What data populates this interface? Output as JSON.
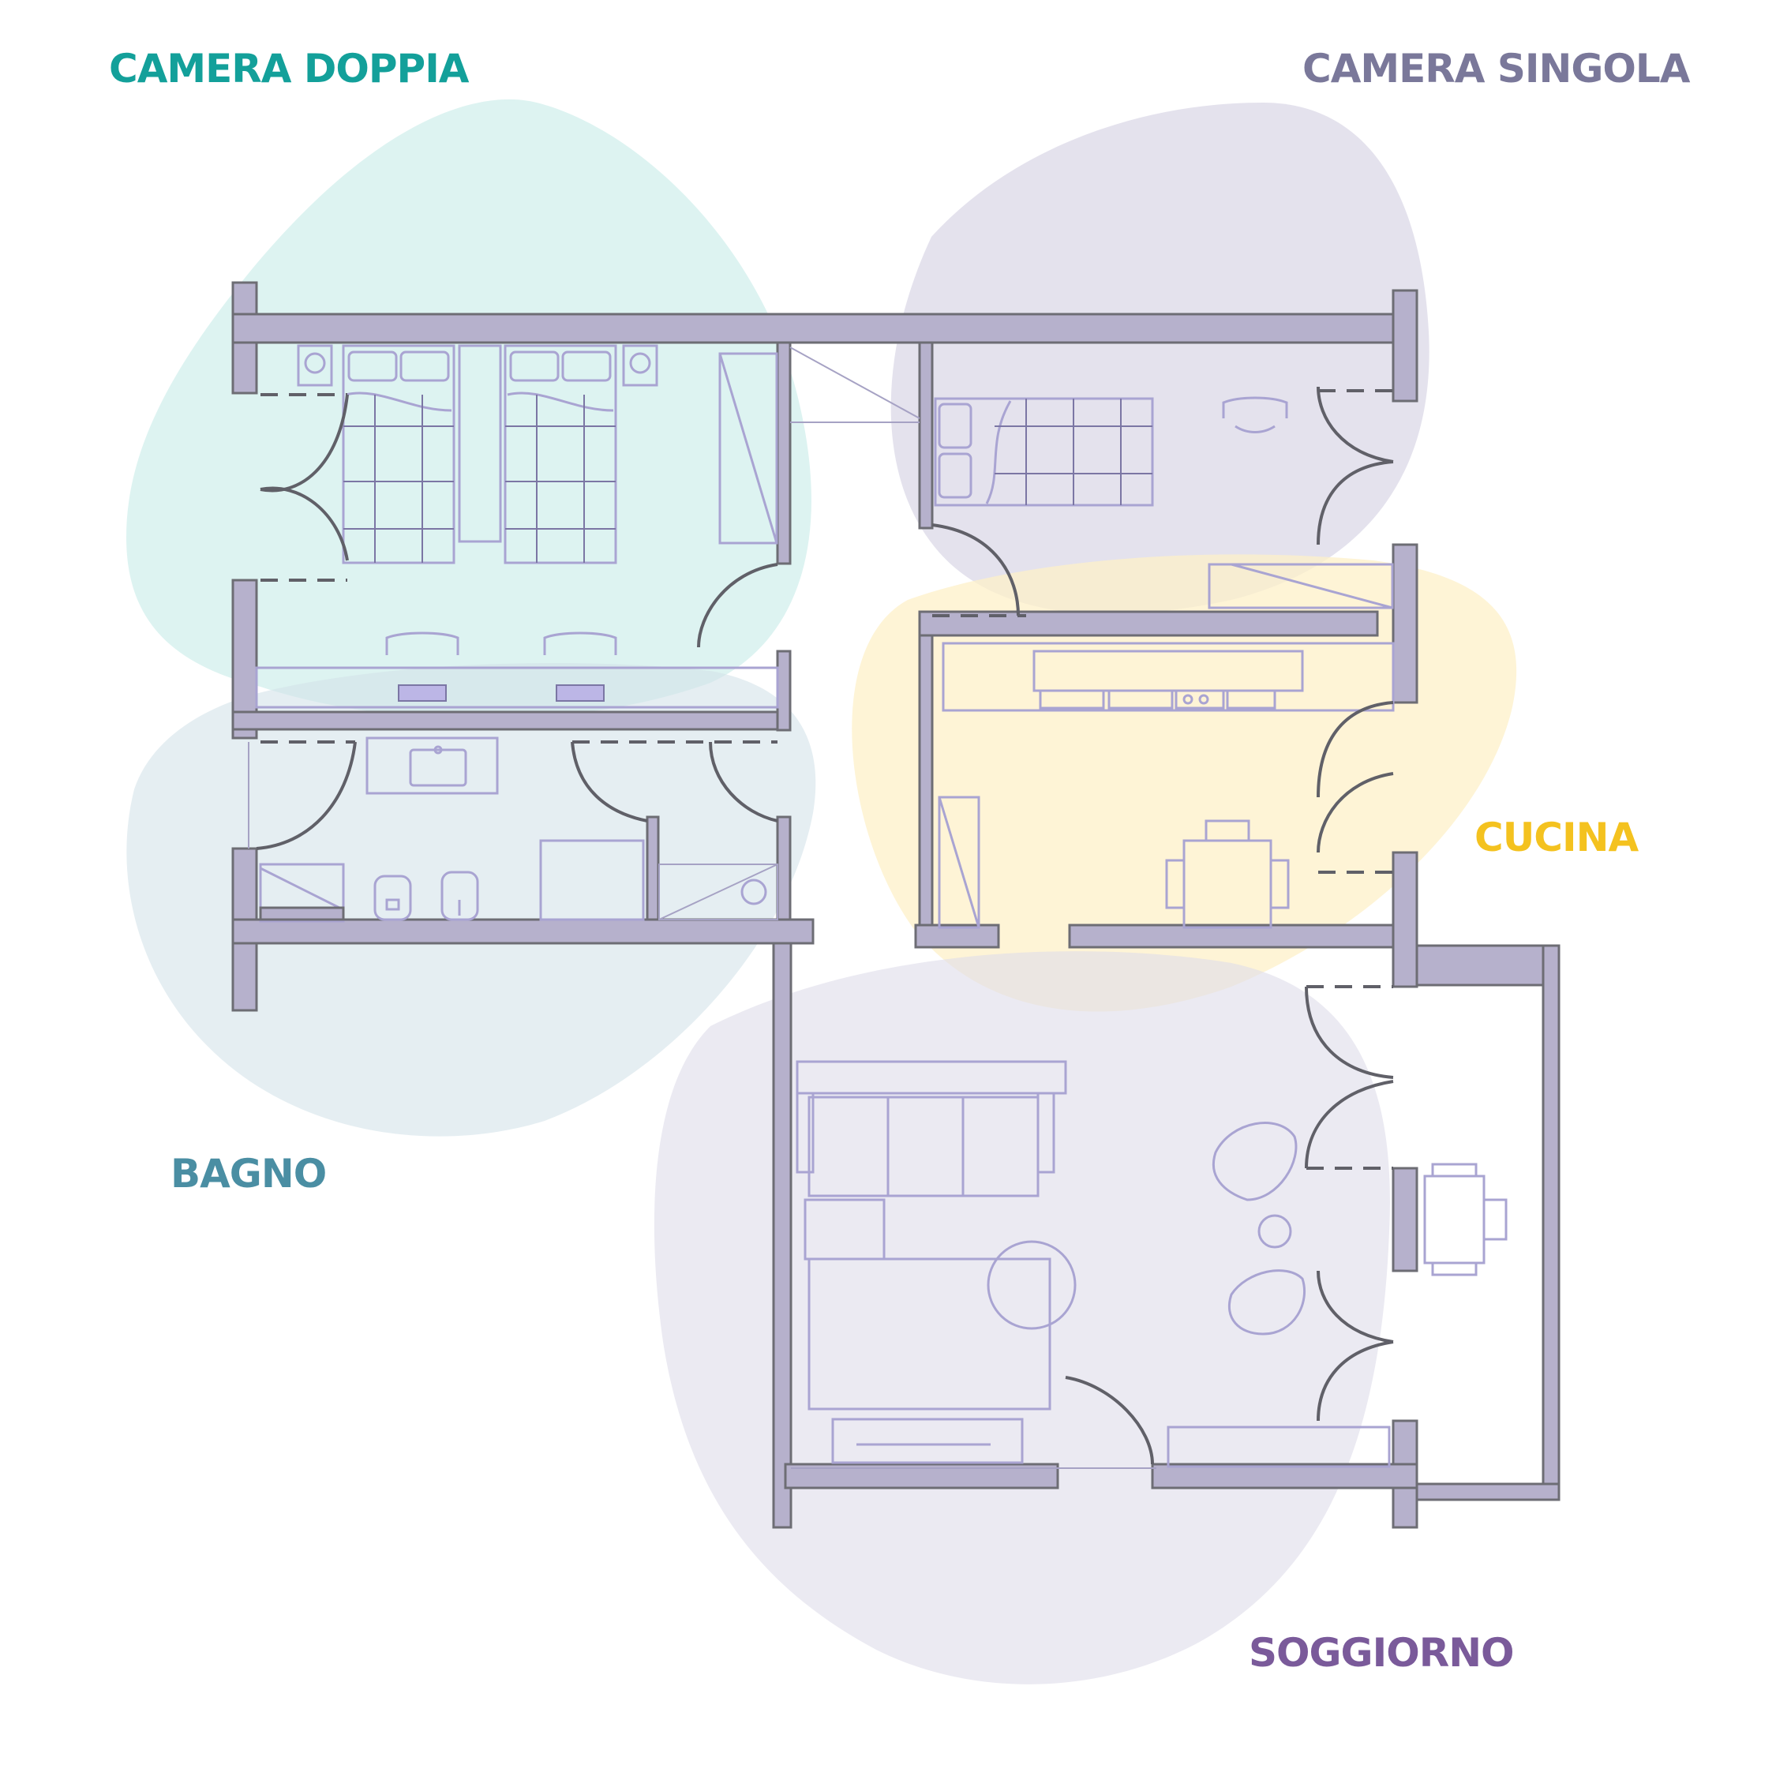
{
  "labels": {
    "camera_doppia": "CAMERA DOPPIA",
    "camera_singola": "CAMERA SINGOLA",
    "cucina": "CUCINA",
    "bagno": "BAGNO",
    "soggiorno": "SOGGIORNO"
  },
  "colors": {
    "camera_doppia": "#13a09a",
    "camera_singola": "#7a789a",
    "cucina": "#f4c21f",
    "bagno": "#4a8ea3",
    "soggiorno": "#7a5a9a",
    "wall": "#b6b1cc",
    "blob_doppia": "#c6ebe7",
    "blob_singola": "#dddbe8",
    "blob_cucina": "#fdf0c8",
    "blob_bagno": "#d3e3ea",
    "blob_soggiorno": "#dedce9"
  },
  "icons": [
    "double-bed-icon",
    "single-bed-icon",
    "desk-chair-icon",
    "door-swing-icon",
    "sink-icon",
    "toilet-icon",
    "bidet-icon",
    "shower-icon",
    "kitchen-counter-icon",
    "table-icon",
    "sofa-icon",
    "armchair-icon",
    "rug-icon"
  ]
}
